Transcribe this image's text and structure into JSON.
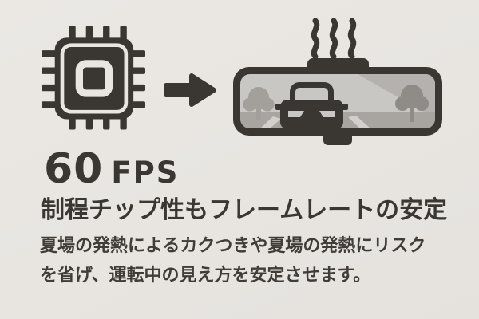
{
  "stat": {
    "value": "60",
    "unit": "FPS"
  },
  "heading": "制程チップ性もフレームレートの安定",
  "body": {
    "line1": "夏場の発熱によるカクつきや夏場の発熱にリスク",
    "line2": "を省げ、運転中の見え方を安定させます。"
  },
  "icons": {
    "chip": "cpu-chip-icon",
    "arrow": "right-arrow-icon",
    "mirror": "rearview-mirror-display-icon",
    "heat": "heat-waves-icon",
    "car": "car-silhouette-icon",
    "trees": "roadside-tree-icons"
  },
  "colors": {
    "ink": "#3a3733",
    "bg": "#e9e6e2",
    "glass": "#c9c7c3",
    "glass-shadow": "#b4b1ae",
    "road": "#a8a5a1",
    "tree-light": "#a3a09c",
    "tree-dark": "#8f8c88",
    "lane-dash": "#d2d0cc"
  }
}
